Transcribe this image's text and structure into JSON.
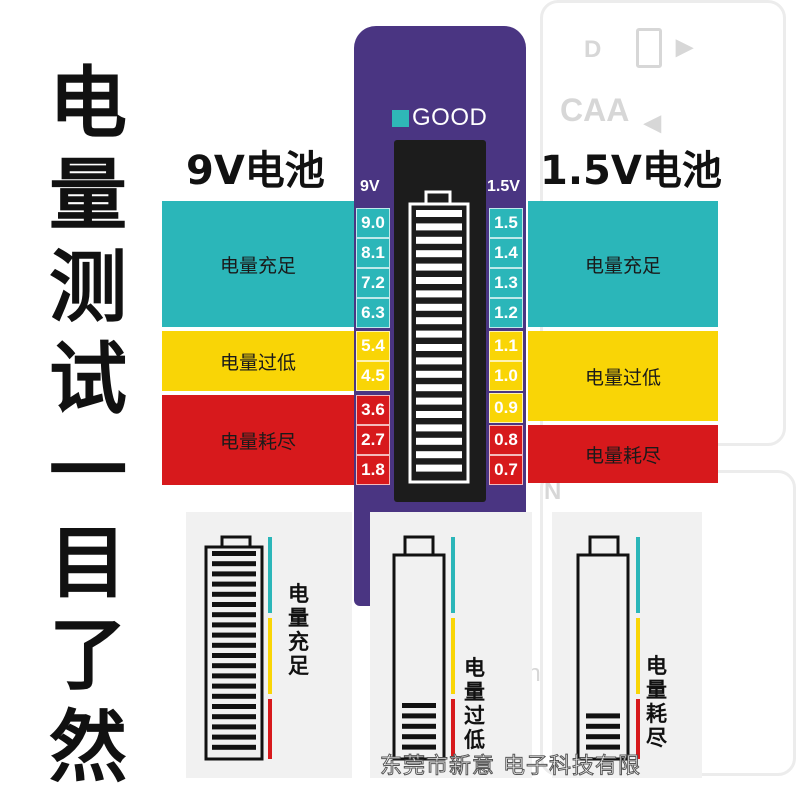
{
  "title_chars": [
    "电",
    "量",
    "测",
    "试",
    "一",
    "目",
    "了",
    "然"
  ],
  "headers": {
    "left": "9V电池",
    "right": "1.5V电池"
  },
  "ghost": {
    "d": "D",
    "caa": "CAA",
    "n": "N",
    "on": "on"
  },
  "device": {
    "good_label": "GOOD",
    "col_9v": "9V",
    "col_15v": "1.5V",
    "values_9v": [
      "9.0",
      "8.1",
      "7.2",
      "6.3",
      "5.4",
      "4.5",
      "3.6",
      "2.7",
      "1.8"
    ],
    "values_15v": [
      "1.5",
      "1.4",
      "1.3",
      "1.2",
      "1.1",
      "1.0",
      "0.9",
      "0.8",
      "0.7"
    ]
  },
  "bands": {
    "full": "电量充足",
    "low": "电量过低",
    "empty": "电量耗尽"
  },
  "colors": {
    "full": "#2bb6b9",
    "low": "#f9d506",
    "empty": "#d7191c",
    "device": "#4a3582",
    "teal_square": "#2fb7b7"
  },
  "cards": [
    {
      "label": [
        "电",
        "量",
        "充",
        "足"
      ],
      "bars": 20
    },
    {
      "label": [
        "电",
        "量",
        "过",
        "低"
      ],
      "bars": 5
    },
    {
      "label": [
        "电",
        "量",
        "耗",
        "尽"
      ],
      "bars": 4
    }
  ],
  "footer": "东莞市新意  电子科技有限"
}
